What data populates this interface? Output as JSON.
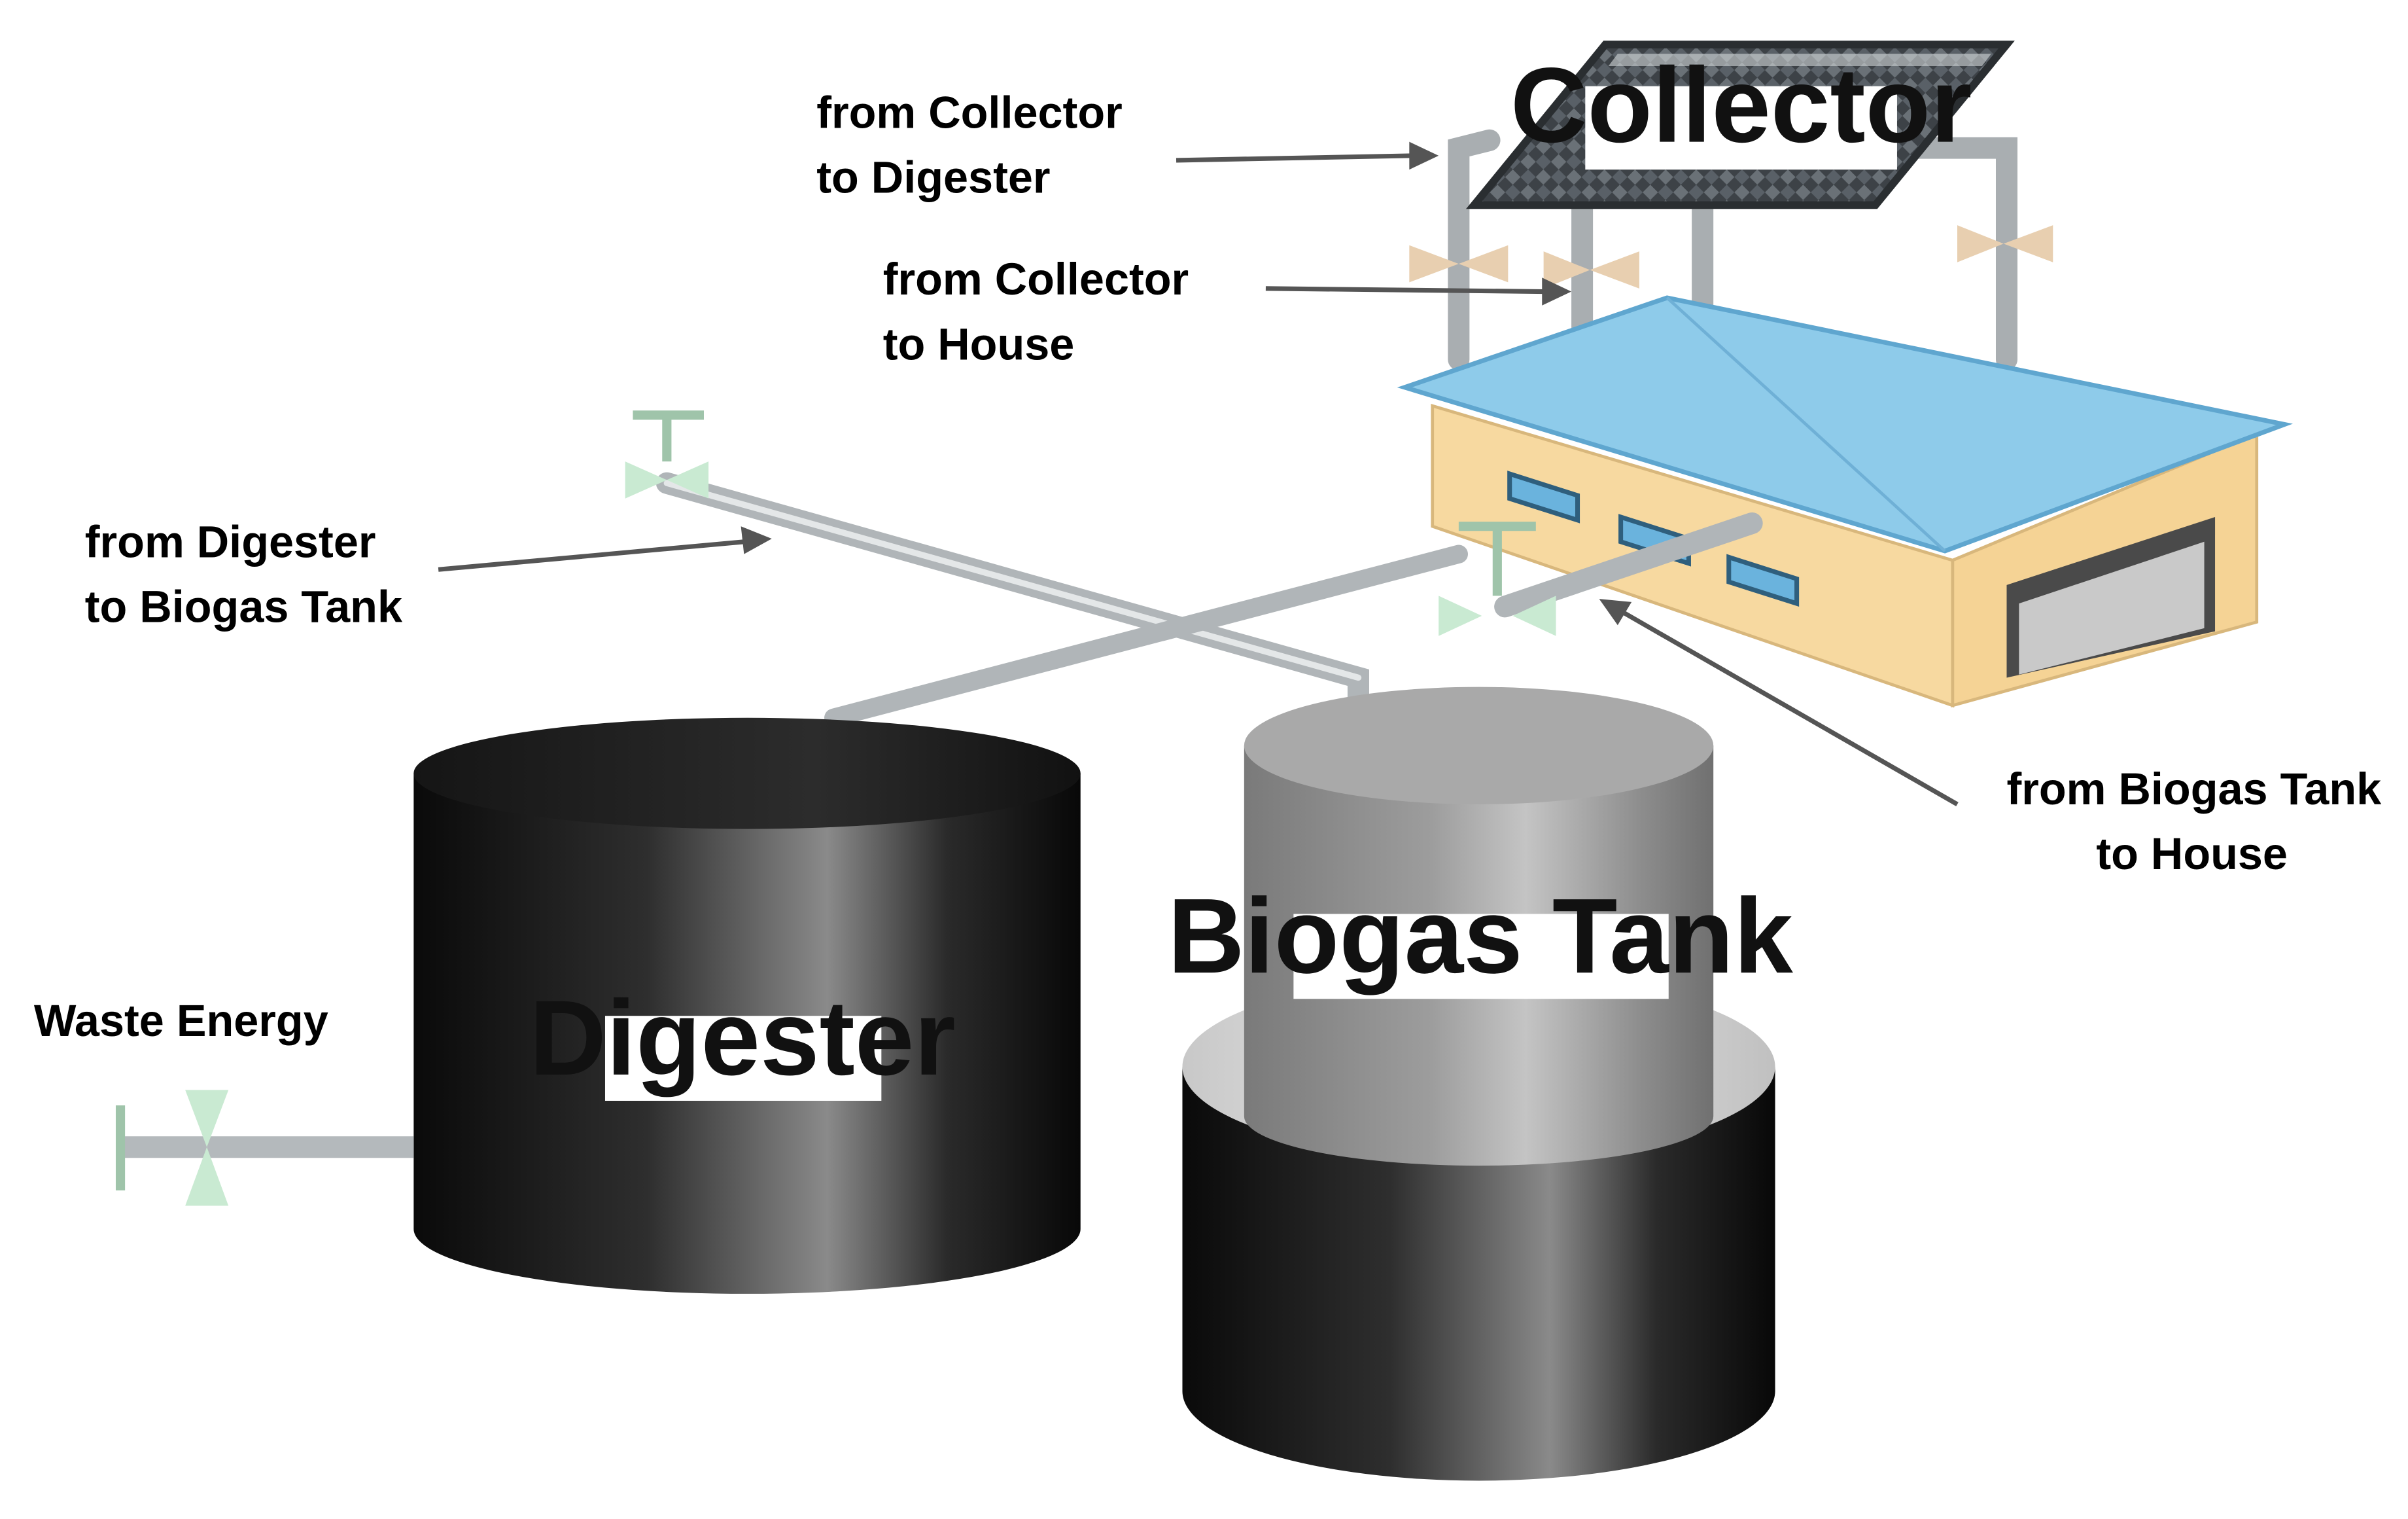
{
  "components": {
    "collector": "Collector",
    "digester": "Digester",
    "biogas_tank": "Biogas Tank"
  },
  "annotations": {
    "collector_to_digester": [
      "from Collector",
      "to Digester"
    ],
    "collector_to_house": [
      "from Collector",
      "to House"
    ],
    "digester_to_biogas_tank": [
      "from Digester",
      "to Biogas Tank"
    ],
    "biogas_tank_to_house": [
      "from Biogas Tank",
      "to House"
    ],
    "waste_energy": "Waste Energy"
  },
  "colors": {
    "roof": "#8ecbea",
    "house_wall": "#f7d9a0",
    "pipe": "#b8bcbf",
    "valve": "#c9ead2",
    "collector_valve": "#e8cfb0",
    "tank_dark": "#1c1c1c",
    "tank_grey": "#8f8f8f"
  }
}
